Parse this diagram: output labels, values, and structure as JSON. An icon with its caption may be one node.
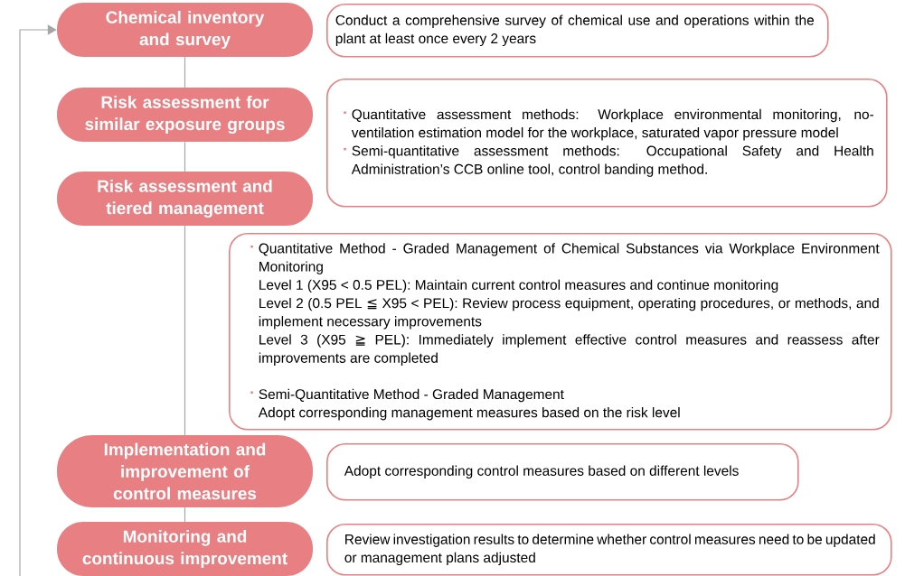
{
  "diagram": {
    "nodes": [
      {
        "text": [
          "Chemical inventory and survey"
        ]
      },
      {
        "text": [
          "Risk assessment for similar exposure groups"
        ]
      },
      {
        "text": [
          "Risk assessment and tiered management"
        ]
      },
      {
        "text": [
          "Implementation and improvement of control measures"
        ]
      },
      {
        "text": [
          "Monitoring and continuous improvement"
        ]
      },
      {
        "text": [
          "Conduct a comprehensive survey of chemical use and operations within the plant at least once every 2 years"
        ]
      },
      {
        "text": [
          "Quantitative assessment methods: Workplace environmental monitoring, no-ventilation estimation model for the workplace, saturated vapor pressure model",
          "Semi-quantitative assessment methods: Occupational Safety and Health Administration’s CCB online tool, control banding method."
        ]
      },
      {
        "text": [
          "Quantitative Method - Graded Management of Chemical Substances via Workplace Environment Monitoring",
          "Level 1 (X95 < 0.5 PEL): Maintain current control measures and continue monitoring",
          "Level 2 (0.5 PEL ≦ X95 < PEL): Review process equipment, operating procedures, or methods, and implement necessary improvements",
          "Level 3 (X95 ≧ PEL): Immediately implement effective control measures and reassess after improvements are completed",
          "Semi-Quantitative Method - Graded Management",
          "Adopt corresponding management measures based on the risk level"
        ]
      },
      {
        "text": [
          "Adopt corresponding control measures based on different levels"
        ]
      },
      {
        "text": [
          "Review investigation results to determine whether control measures need to be updated or management plans adjusted"
        ]
      }
    ],
    "edges": [
      {
        "from": 0,
        "to": 1,
        "arrow": "none"
      },
      {
        "from": 1,
        "to": 2,
        "arrow": "none"
      },
      {
        "from": 2,
        "to": 3,
        "arrow": "none"
      },
      {
        "from": 3,
        "to": 4,
        "arrow": "none"
      },
      {
        "from": null,
        "to": 0,
        "arrow": "to"
      }
    ]
  }
}
